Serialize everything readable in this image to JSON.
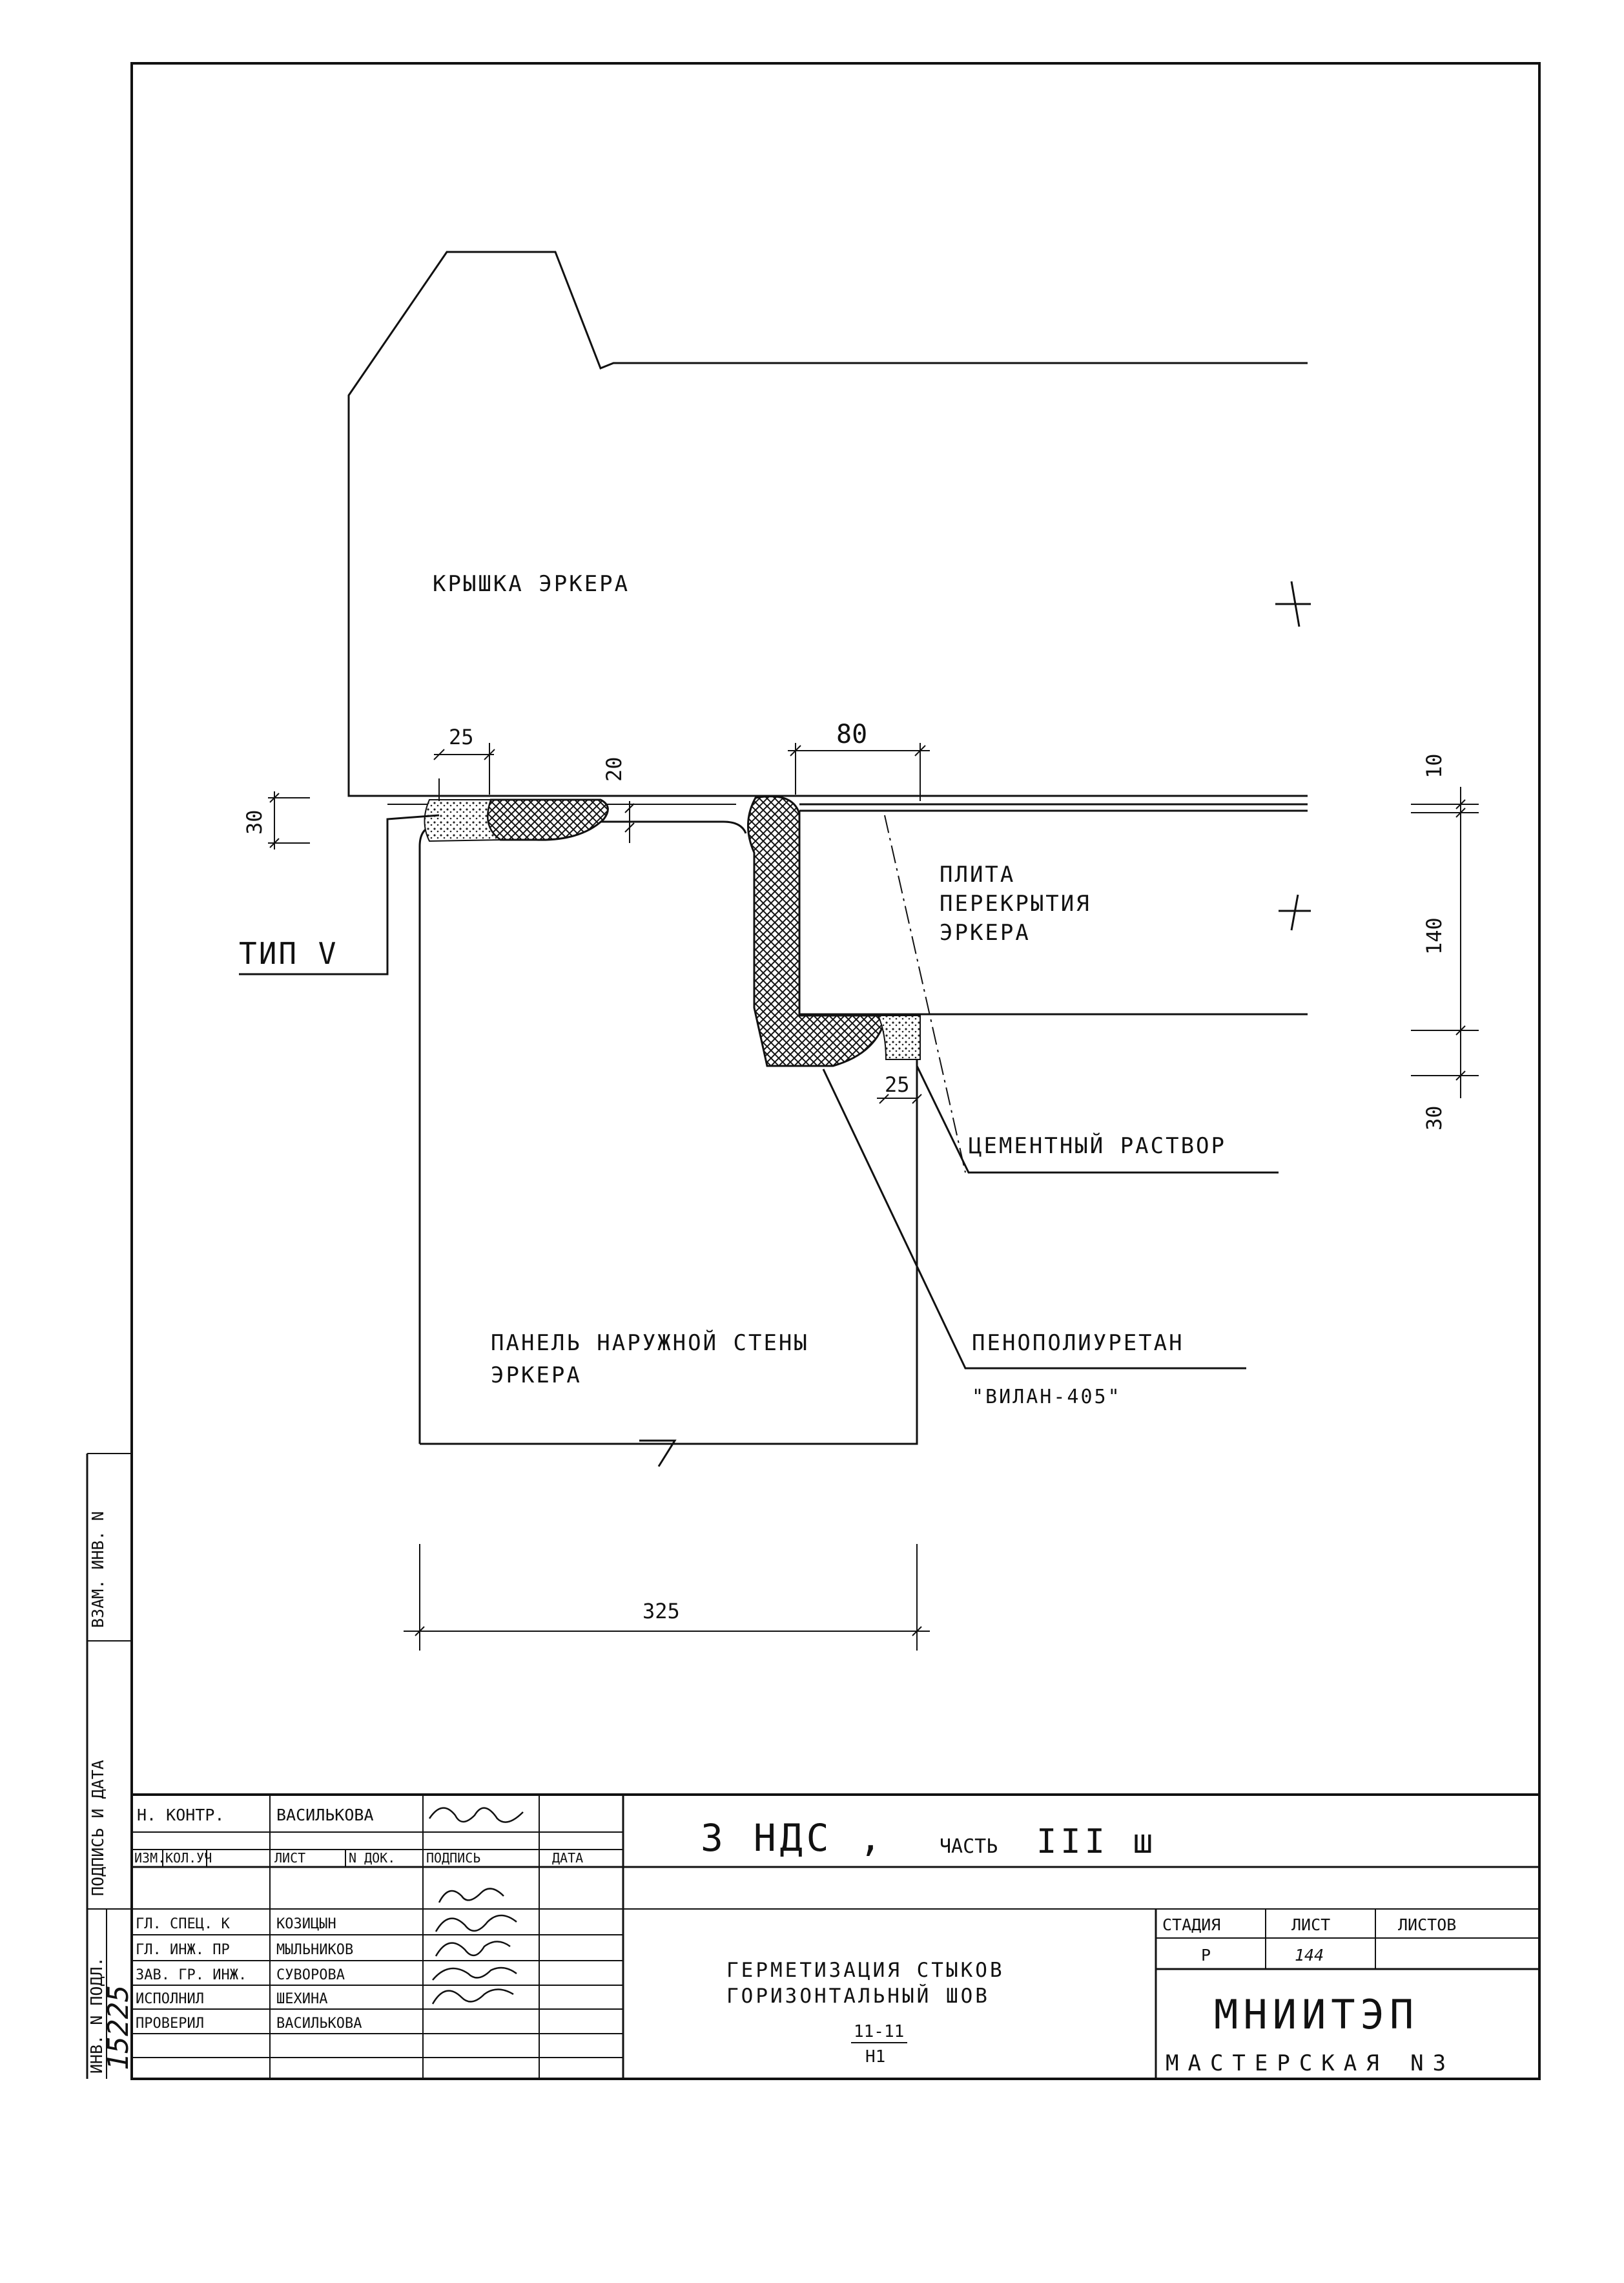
{
  "labels": {
    "cap": "КРЫШКА ЭРКЕРА",
    "slab_1": "ПЛИТА",
    "slab_2": "ПЕРЕКРЫТИЯ",
    "slab_3": "ЭРКЕРА",
    "type": "ТИП V",
    "mortar": "ЦЕМЕНТНЫЙ РАСТВОР",
    "panel_1": "ПАНЕЛЬ НАРУЖНОЙ СТЕНЫ",
    "panel_2": "ЭРКЕРА",
    "foam_1": "ПЕНОПОЛИУРЕТАН",
    "foam_2": "\"ВИЛАН-405\""
  },
  "dimensions": {
    "d25_top": "25",
    "d80": "80",
    "d20": "20",
    "d30_left": "30",
    "d10": "10",
    "d140": "140",
    "d30_right": "30",
    "d25_bottom": "25",
    "d325": "325"
  },
  "margin_stamps": {
    "vzam": "ВЗАМ. ИНВ. N",
    "podpis": "ПОДПИСЬ И ДАТА",
    "inv": "ИНВ. N ПОДЛ.",
    "inv_no": "15225"
  },
  "title_block": {
    "control_role": "Н. КОНТР.",
    "control_name": "ВАСИЛЬКОВА",
    "headers": [
      "ИЗМ.",
      "КОЛ.УЧ",
      "ЛИСТ",
      "N ДОК.",
      "ПОДПИСЬ",
      "ДАТА"
    ],
    "rows": [
      {
        "role": "ГЛ. СПЕЦ. К",
        "name": "КОЗИЦЫН"
      },
      {
        "role": "ГЛ. ИНЖ. ПР",
        "name": "МЫЛЬНИКОВ"
      },
      {
        "role": "ЗАВ. ГР. ИНЖ.",
        "name": "СУВОРОВА"
      },
      {
        "role": "ИСПОЛНИЛ",
        "name": "ШЕХИНА"
      },
      {
        "role": "ПРОВЕРИЛ",
        "name": "ВАСИЛЬКОВА"
      }
    ],
    "doc_code": "3 НДС ,",
    "doc_part": "ЧАСТЬ",
    "doc_part_no": "III ш",
    "title_1": "ГЕРМЕТИЗАЦИЯ СТЫКОВ",
    "title_2": "ГОРИЗОНТАЛЬНЫЙ ШОВ",
    "node_top": "11-11",
    "node_bottom": "Н1",
    "stage_label": "СТАДИЯ",
    "sheet_label": "ЛИСТ",
    "sheets_label": "ЛИСТОВ",
    "stage": "Р",
    "sheet_no": "144",
    "org": "МНИИТЭП",
    "workshop": "МАСТЕРСКАЯ N3"
  }
}
